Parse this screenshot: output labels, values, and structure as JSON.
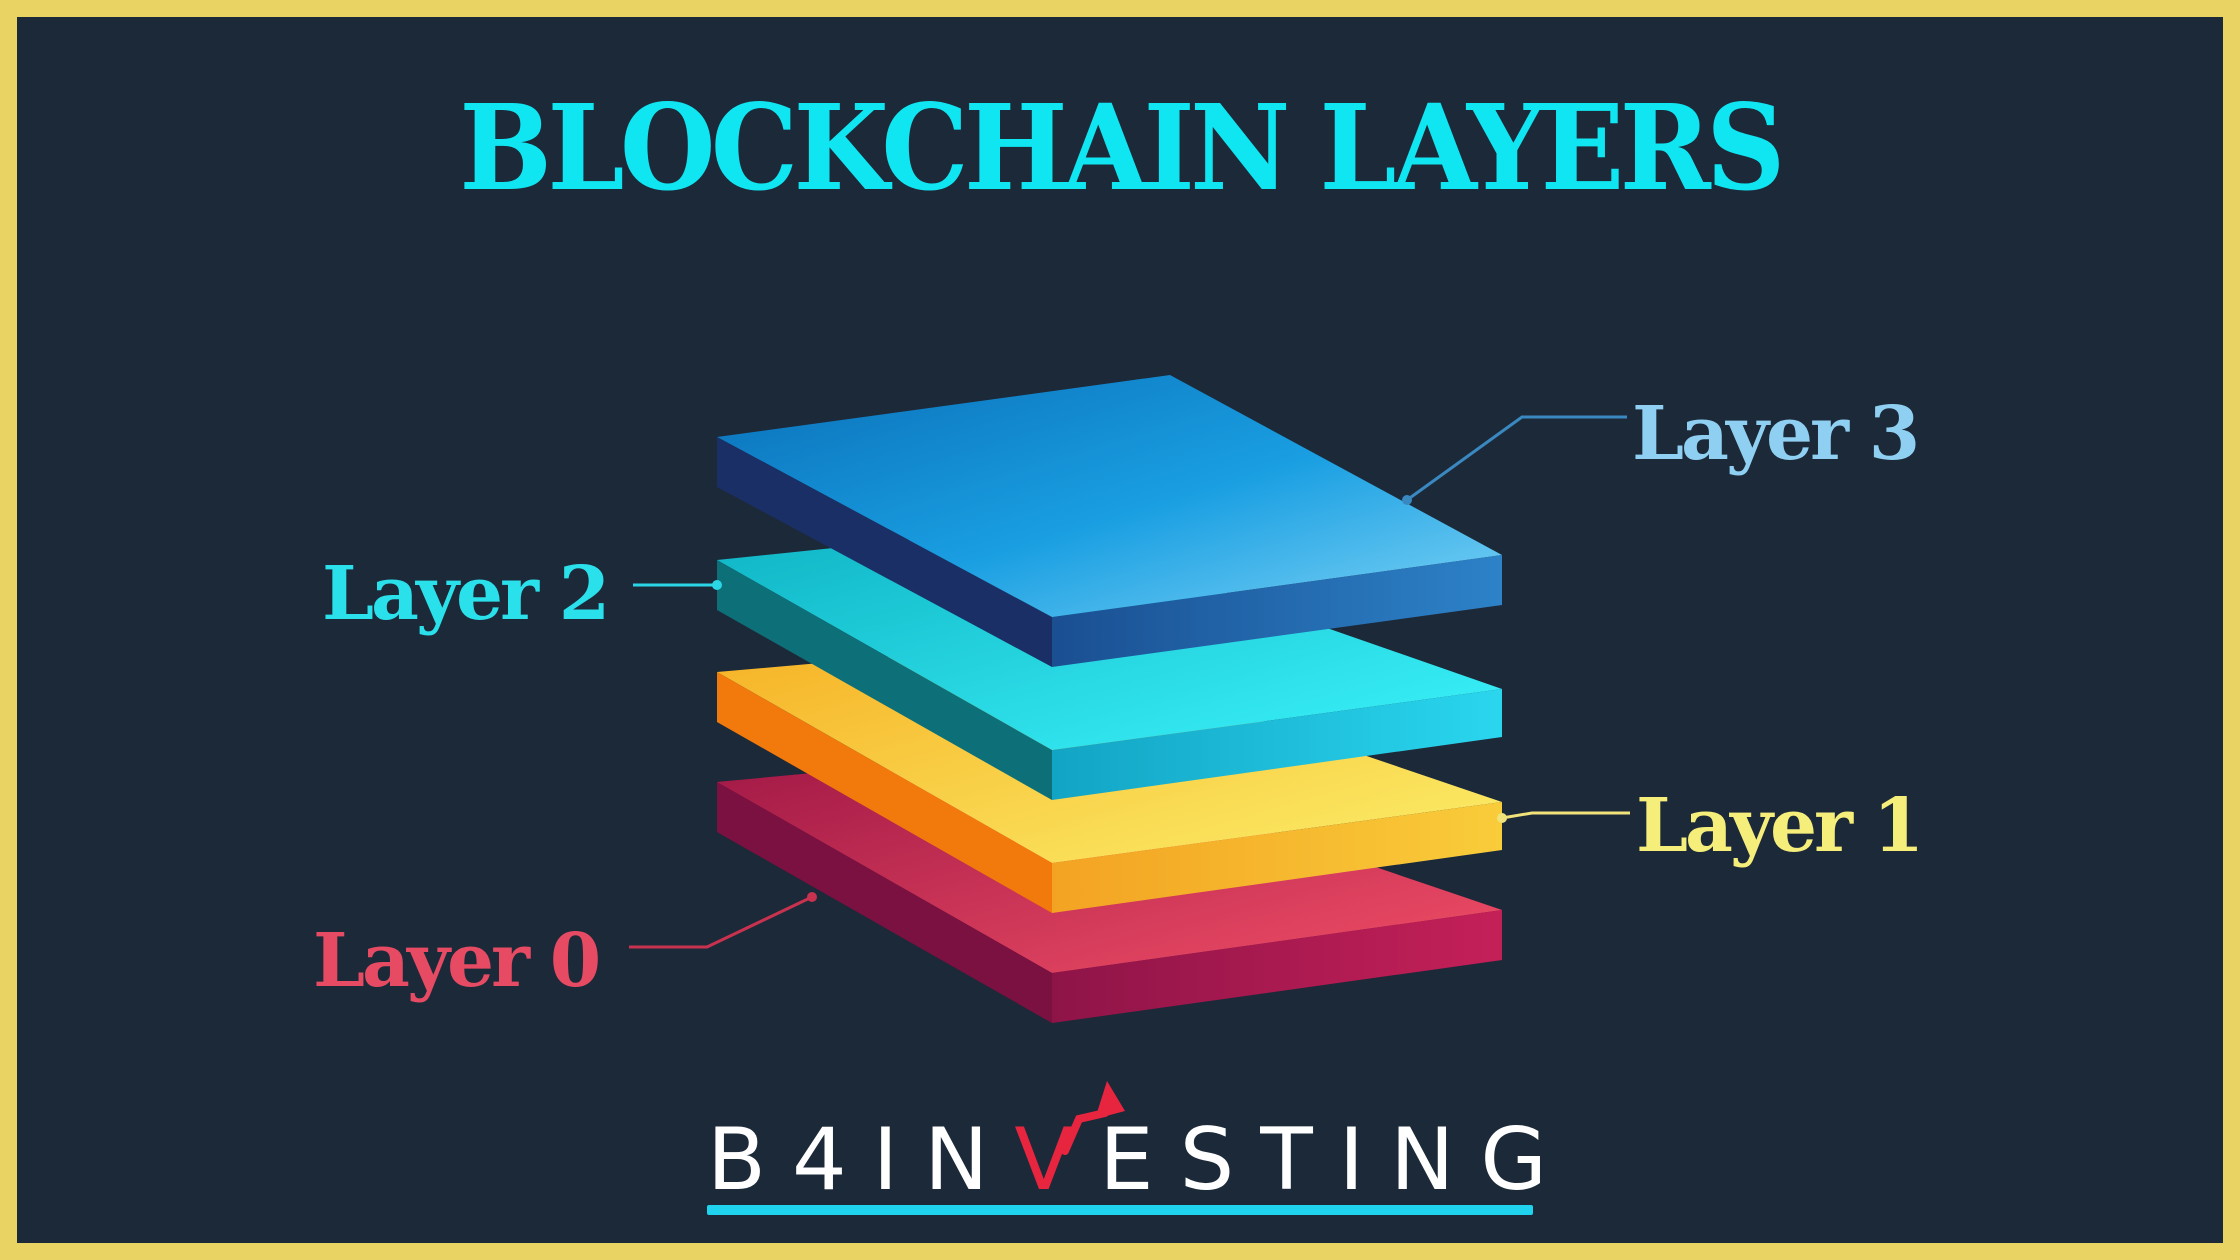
{
  "title": "BLOCKCHAIN LAYERS",
  "layers": [
    {
      "label": "Layer 3",
      "color": "#8fd0f2"
    },
    {
      "label": "Layer 2",
      "color": "#2ae0ea"
    },
    {
      "label": "Layer 1",
      "color": "#f6ee7a"
    },
    {
      "label": "Layer 0",
      "color": "#e64b63"
    }
  ],
  "logo": {
    "text_before": "B4IN",
    "highlight": "V",
    "text_after": "ESTING",
    "text_color": "#ffffff",
    "accent_color": "#e8253f",
    "underline_color": "#1fd3ee"
  },
  "colors": {
    "background": "#1c2939",
    "border": "#e9d463",
    "title": "#0fe6f2"
  }
}
